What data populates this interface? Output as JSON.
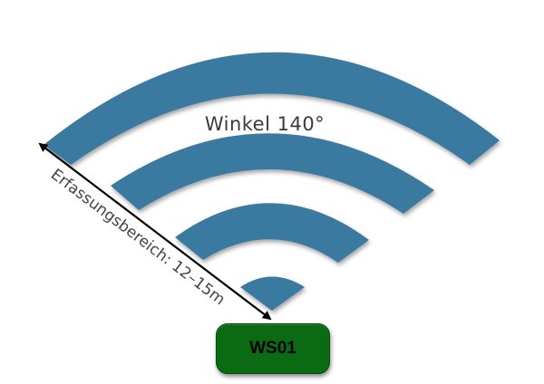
{
  "diagram": {
    "angle_label": "Winkel 140°",
    "range_label": "Erfassungsbereich: 12–15m",
    "device_label": "WS01",
    "colors": {
      "arc_fill": "#3a7aa0",
      "device_fill": "#0a6b12",
      "arrow": "#000000"
    },
    "icons": {
      "signal": "wifi-signal-icon"
    }
  }
}
